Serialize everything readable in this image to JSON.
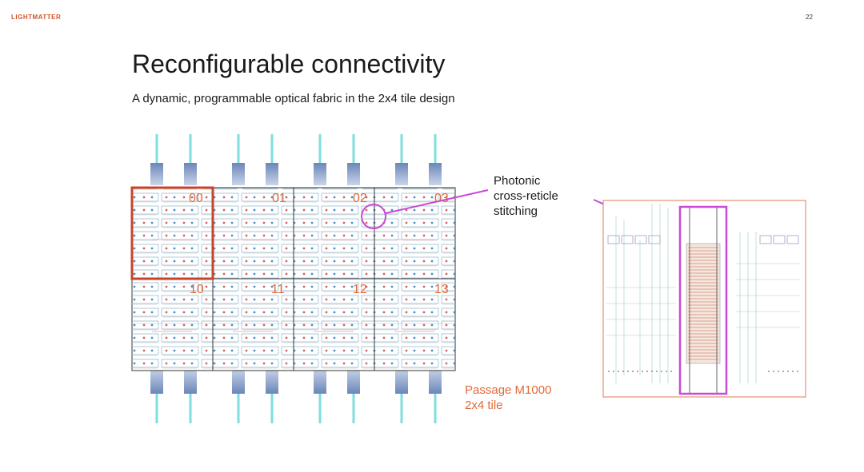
{
  "header": {
    "logo_text": "LIGHTMATTER",
    "page_number": "22"
  },
  "slide": {
    "title": "Reconfigurable connectivity",
    "subtitle": "A dynamic, programmable optical fabric in the 2x4 tile design"
  },
  "diagram": {
    "tiles_row0": [
      "00",
      "01",
      "02",
      "03"
    ],
    "tiles_row1": [
      "10",
      "11",
      "12",
      "13"
    ],
    "callout_lines": [
      "Photonic",
      "cross-reticle",
      "stitching"
    ],
    "tile_caption_lines": [
      "Passage M1000",
      "2x4 tile"
    ]
  },
  "colors": {
    "accent_orange": "#e06a3a",
    "highlight_red": "#c8432a",
    "highlight_magenta": "#c84ad6",
    "fiber_cyan": "#7fdede",
    "connector_blue": "#8da6cc",
    "grid_line": "#333333"
  }
}
